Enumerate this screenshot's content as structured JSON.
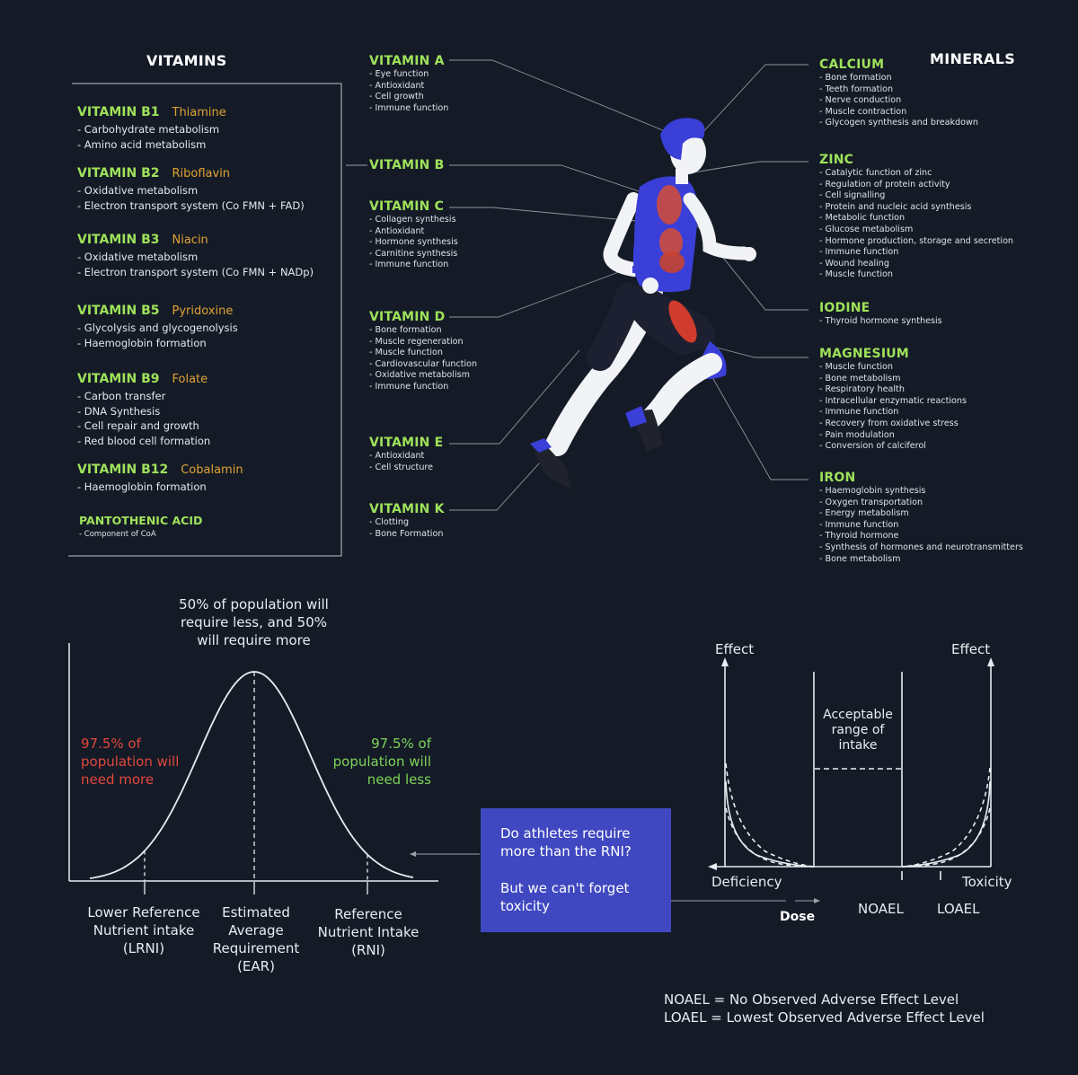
{
  "vitamins_panel": {
    "title": "VITAMINS",
    "entries": [
      {
        "name": "VITAMIN B1",
        "alt": "Thiamine",
        "items": [
          "- Carbohydrate metabolism",
          "- Amino acid metabolism"
        ]
      },
      {
        "name": "VITAMIN B2",
        "alt": "Riboflavin",
        "items": [
          "- Oxidative metabolism",
          "- Electron transport system (Co FMN + FAD)"
        ]
      },
      {
        "name": "VITAMIN B3",
        "alt": "Niacin",
        "items": [
          "- Oxidative metabolism",
          "- Electron transport system (Co FMN + NADp)"
        ]
      },
      {
        "name": "VITAMIN B5",
        "alt": "Pyridoxine",
        "items": [
          "- Glycolysis and glycogenolysis",
          "- Haemoglobin formation"
        ]
      },
      {
        "name": "VITAMIN B9",
        "alt": "Folate",
        "items": [
          "- Carbon transfer",
          "- DNA Synthesis",
          "- Cell repair and growth",
          "- Red blood cell formation"
        ]
      },
      {
        "name": "VITAMIN B12",
        "alt": "Cobalamin",
        "items": [
          "- Haemoglobin formation"
        ]
      },
      {
        "name": "PANTOTHENIC ACID",
        "alt": "",
        "items": [
          "- Component of CoA"
        ]
      }
    ]
  },
  "mid_vitamins": [
    {
      "name": "VITAMIN A",
      "items": [
        "- Eye function",
        "- Antioxidant",
        "- Cell growth",
        "- Immune function"
      ]
    },
    {
      "name": "VITAMIN B",
      "items": []
    },
    {
      "name": "VITAMIN C",
      "items": [
        "- Collagen synthesis",
        "- Antioxidant",
        "- Hormone synthesis",
        "- Carnitine synthesis",
        "- Immune function"
      ]
    },
    {
      "name": "VITAMIN D",
      "items": [
        "- Bone formation",
        "- Muscle regeneration",
        "- Muscle function",
        "- Cardiovascular function",
        "- Oxidative metabolism",
        "- Immune function"
      ]
    },
    {
      "name": "VITAMIN E",
      "items": [
        "- Antioxidant",
        "- Cell structure"
      ]
    },
    {
      "name": "VITAMIN K",
      "items": [
        "- Clotting",
        "- Bone Formation"
      ]
    }
  ],
  "minerals_panel": {
    "title": "MINERALS",
    "entries": [
      {
        "name": "CALCIUM",
        "items": [
          "- Bone formation",
          "- Teeth formation",
          "- Nerve conduction",
          "- Muscle contraction",
          "- Glycogen synthesis and breakdown"
        ]
      },
      {
        "name": "ZINC",
        "items": [
          "- Catalytic function of zinc",
          "- Regulation of protein activity",
          "- Cell signalling",
          "- Protein and nucleic acid synthesis",
          "- Metabolic function",
          "- Glucose metabolism",
          "- Hormone production, storage and secretion",
          "- Immune function",
          "- Wound healing",
          "- Muscle function"
        ]
      },
      {
        "name": "IODINE",
        "items": [
          "- Thyroid hormone synthesis"
        ]
      },
      {
        "name": "MAGNESIUM",
        "items": [
          "- Muscle function",
          "- Bone metabolism",
          "- Respiratory health",
          "- Intracellular enzymatic reactions",
          "- Immune function",
          "- Recovery from oxidative stress",
          "- Pain modulation",
          "- Conversion of calciferol"
        ]
      },
      {
        "name": "IRON",
        "items": [
          "- Haemoglobin synthesis",
          "- Oxygen transportation",
          "- Energy metabolism",
          "- Immune function",
          "- Thyroid hormone",
          "- Synthesis of hormones and neurotransmitters",
          "- Bone metabolism"
        ]
      }
    ]
  },
  "bell_curve": {
    "top_note": "50% of population will require less, and 50% will require more",
    "left_note": "97.5% of population will need more",
    "right_note": "97.5% of population will need less",
    "labels": [
      "Lower Reference Nutrient intake (LRNI)",
      "Estimated Average Requirement (EAR)",
      "Reference Nutrient Intake (RNI)"
    ]
  },
  "question_box": {
    "line1": "Do athletes require more than the RNI?",
    "line2": "But we can't forget toxicity"
  },
  "dose_chart": {
    "effect_left": "Effect",
    "effect_right": "Effect",
    "acceptable": "Acceptable range of intake",
    "deficiency": "Deficiency",
    "toxicity": "Toxicity",
    "dose": "Dose",
    "noael": "NOAEL",
    "loael": "LOAEL"
  },
  "legend": {
    "noael": "NOAEL = No Observed Adverse Effect Level",
    "loael": "LOAEL = Lowest Observed Adverse Effect Level"
  },
  "colors": {
    "background": "#141b27",
    "title_green": "#9fe25a",
    "alt_gold": "#e0a132",
    "box_blue": "#3f48c0",
    "warning_red": "#e2473d",
    "body_blue": "#3a3fd8"
  }
}
